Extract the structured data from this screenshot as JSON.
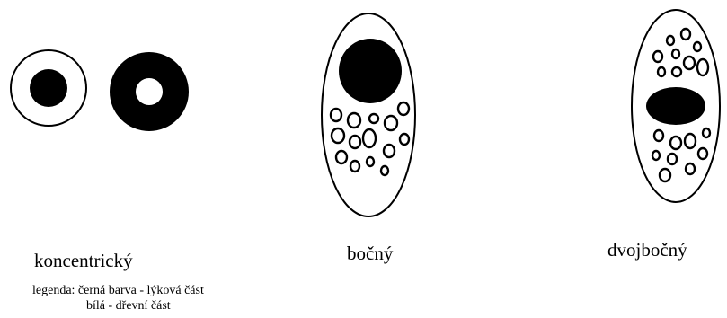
{
  "labels": {
    "concentric": "koncentrický",
    "lateral": "bočný",
    "bilateral": "dvojbočný"
  },
  "legend": {
    "line1": "legenda: černá barva - lýková část",
    "line2": "bílá - dřevní část"
  },
  "colors": {
    "phloem": "#000000",
    "xylem": "#ffffff",
    "outline": "#000000"
  }
}
